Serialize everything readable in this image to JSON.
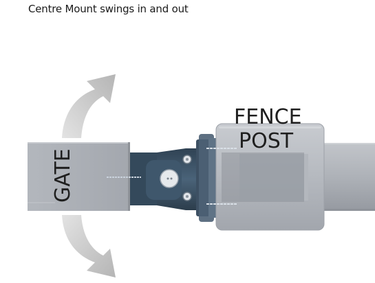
{
  "caption": "Centre Mount swings in and out",
  "labels": {
    "fence_post_line1": "FENCE",
    "fence_post_line2": "POST",
    "gate": "GATE"
  },
  "colors": {
    "rail": "#a7abb1",
    "post": "#b6bac0",
    "bracket_dark": "#3c5264",
    "bracket_light": "#56708a",
    "arrow": "#c9c9c9",
    "text": "#1f1f1f"
  }
}
